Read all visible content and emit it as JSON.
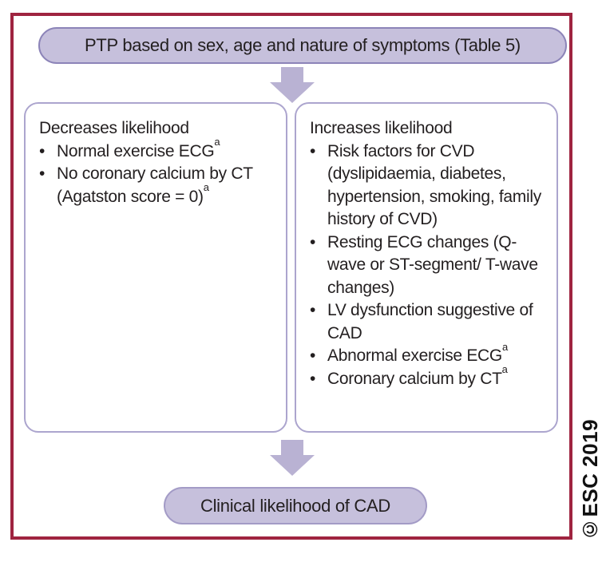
{
  "figure": {
    "bullet_char": "•",
    "top_node": {
      "label": "PTP based on sex, age and nature of symptoms (Table 5)"
    },
    "decreases_box": {
      "title": "Decreases likelihood",
      "items": [
        {
          "text": "Normal exercise ECG",
          "sup": "a"
        },
        {
          "text": "No coronary calcium by CT (Agatston score = 0)",
          "sup": "a"
        }
      ]
    },
    "increases_box": {
      "title": "Increases likelihood",
      "items": [
        {
          "text": "Risk factors for CVD (dyslipidaemia, diabetes, hypertension, smoking, family history of CVD)"
        },
        {
          "text": "Resting ECG changes (Q-wave or ST-segment/ T-wave changes)"
        },
        {
          "text": "LV dysfunction suggestive of CAD"
        },
        {
          "text": "Abnormal exercise ECG",
          "sup": "a"
        },
        {
          "text": "Coronary calcium by CT",
          "sup": "a"
        }
      ]
    },
    "bottom_node": {
      "label": "Clinical likelihood of CAD"
    },
    "copyright": "©ESC 2019",
    "colors": {
      "frame_border": "#9F2440",
      "node_fill": "#C6C0DC",
      "node_border": "#8C84B8",
      "box_border": "#ACA5CE",
      "arrow": "#B9B2D3",
      "text": "#231F20"
    }
  }
}
